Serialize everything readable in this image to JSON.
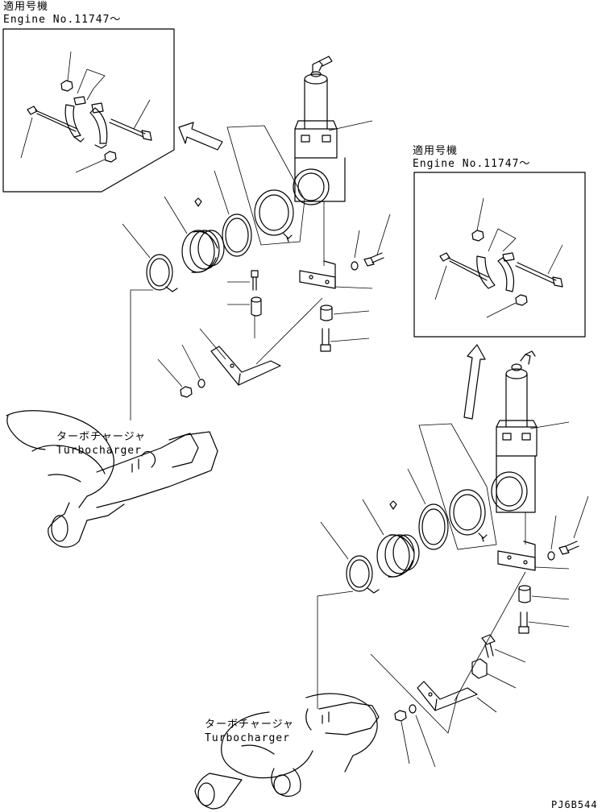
{
  "insets": [
    {
      "title_jp": "適用号機",
      "engine": "Engine No.11747～"
    },
    {
      "title_jp": "適用号機",
      "engine": "Engine No.11747～"
    }
  ],
  "turbocharger": [
    {
      "jp": "ターボチャージャ",
      "en": "Turbocharger"
    },
    {
      "jp": "ターボチャージャ",
      "en": "Turbocharger"
    }
  ],
  "code": "PJ6B544"
}
